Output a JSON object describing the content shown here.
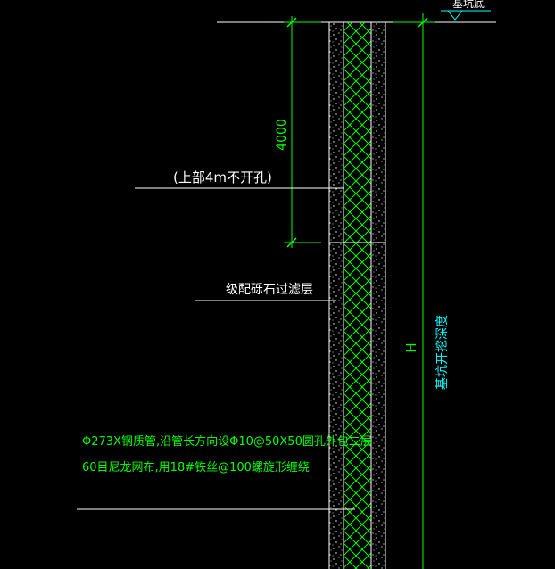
{
  "colors": {
    "background": "#000000",
    "linework": "#ffffff",
    "dimension": "#00ff00",
    "annotation_white": "#ffffff",
    "annotation_green": "#00ff00",
    "annotation_cyan": "#00ffff",
    "hatch": "#00ff00",
    "gravel_fill": "#ffffff"
  },
  "top_label": "基坑底",
  "dimensions": {
    "upper_length": "4000",
    "total_height_symbol": "H"
  },
  "labels": {
    "upper_no_holes": "(上部4m不开孔)",
    "gravel_filter": "级配砾石过滤层",
    "pit_depth": "基坑开挖深度",
    "pipe_spec_line1": "Φ273X钢质管,沿管长方向设Φ10@50X50圆孔外包二层",
    "pipe_spec_line2": "60目尼龙网布,用18#铁丝@100螺旋形缠绕"
  }
}
